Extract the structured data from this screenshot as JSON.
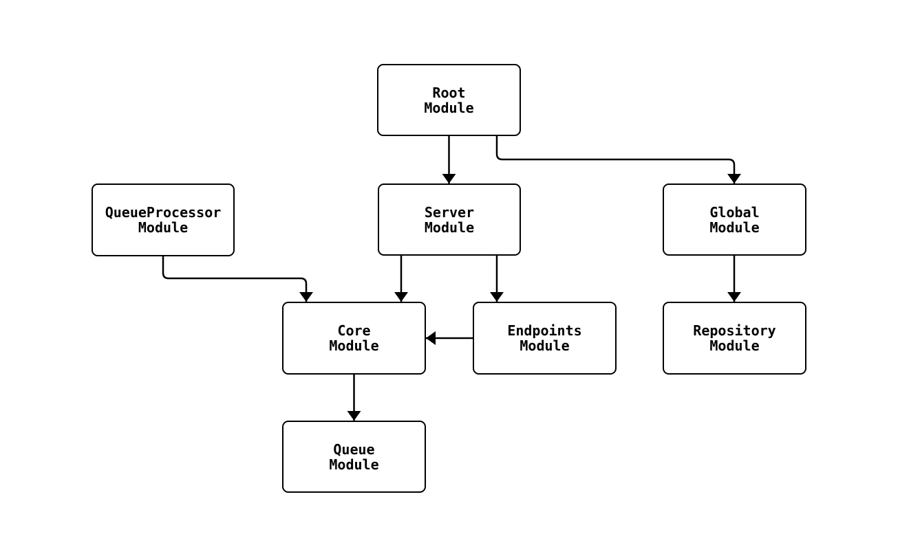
{
  "diagram": {
    "background_color": "#ffffff",
    "stroke_color": "#000000",
    "text_color": "#000000",
    "node_fill_color": "#ffffff",
    "nodes": [
      {
        "id": "root",
        "label": "Root\nModule"
      },
      {
        "id": "queue_processor",
        "label": "QueueProcessor\nModule"
      },
      {
        "id": "server",
        "label": "Server\nModule"
      },
      {
        "id": "global",
        "label": "Global\nModule"
      },
      {
        "id": "core",
        "label": "Core\nModule"
      },
      {
        "id": "endpoints",
        "label": "Endpoints\nModule"
      },
      {
        "id": "repository",
        "label": "Repository\nModule"
      },
      {
        "id": "queue",
        "label": "Queue\nModule"
      }
    ],
    "edges": [
      {
        "from": "root",
        "to": "server"
      },
      {
        "from": "root",
        "to": "global"
      },
      {
        "from": "queue_processor",
        "to": "core"
      },
      {
        "from": "server",
        "to": "core"
      },
      {
        "from": "server",
        "to": "endpoints"
      },
      {
        "from": "endpoints",
        "to": "core"
      },
      {
        "from": "global",
        "to": "repository"
      },
      {
        "from": "core",
        "to": "queue"
      }
    ]
  }
}
